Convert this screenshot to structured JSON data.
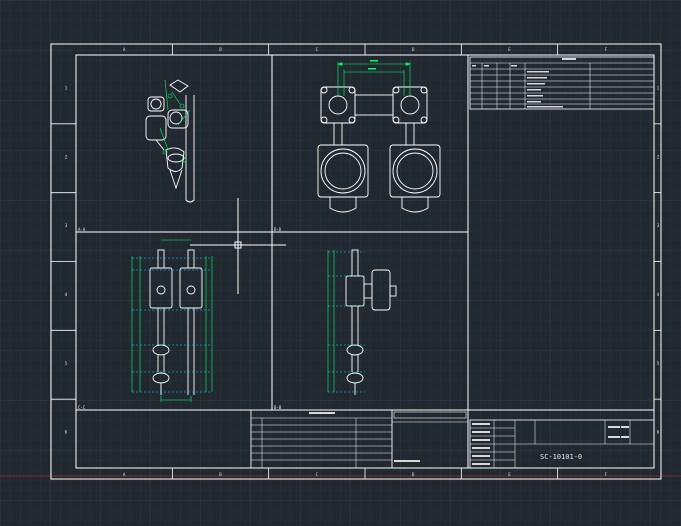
{
  "drawing": {
    "number": "SC-10101-0",
    "view_titles": [
      "A-A",
      "B-B",
      "C-C",
      "D-D"
    ]
  },
  "column_letters": [
    "A",
    "B",
    "C",
    "D",
    "E",
    "F"
  ],
  "row_numbers": [
    "1",
    "2",
    "3",
    "4",
    "5",
    "6"
  ],
  "colors": {
    "background": "#212830",
    "grid": "#2b333d",
    "frame": "#ffffff",
    "dimension": "#00ff66",
    "cyan": "#00e5ff",
    "crosshair": "#ffffff"
  },
  "icons": [
    "crosshair-cursor-icon"
  ]
}
